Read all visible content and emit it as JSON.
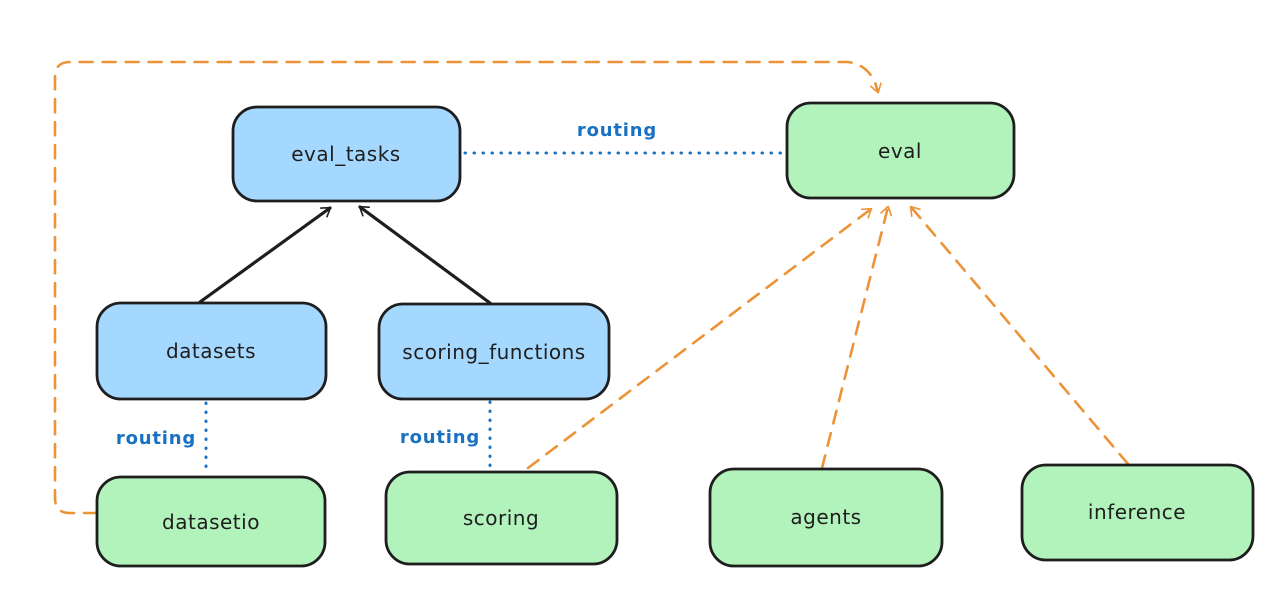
{
  "diagram": {
    "type": "architecture-diagram",
    "labels": {
      "routing": "routing"
    },
    "nodes": [
      {
        "id": "eval_tasks",
        "label": "eval_tasks",
        "color": "blue"
      },
      {
        "id": "eval",
        "label": "eval",
        "color": "green"
      },
      {
        "id": "datasets",
        "label": "datasets",
        "color": "blue"
      },
      {
        "id": "scoring_functions",
        "label": "scoring_functions",
        "color": "blue"
      },
      {
        "id": "datasetio",
        "label": "datasetio",
        "color": "green"
      },
      {
        "id": "scoring",
        "label": "scoring",
        "color": "green"
      },
      {
        "id": "agents",
        "label": "agents",
        "color": "green"
      },
      {
        "id": "inference",
        "label": "inference",
        "color": "green"
      }
    ],
    "edges": [
      {
        "from": "datasets",
        "to": "eval_tasks",
        "style": "solid-black-arrow",
        "label": ""
      },
      {
        "from": "scoring_functions",
        "to": "eval_tasks",
        "style": "solid-black-arrow",
        "label": ""
      },
      {
        "from": "eval_tasks",
        "to": "eval",
        "style": "dotted-blue",
        "label": "routing"
      },
      {
        "from": "datasets",
        "to": "datasetio",
        "style": "dotted-blue",
        "label": "routing"
      },
      {
        "from": "scoring_functions",
        "to": "scoring",
        "style": "dotted-blue",
        "label": "routing"
      },
      {
        "from": "datasetio",
        "to": "eval",
        "style": "dashed-orange-arrow",
        "label": ""
      },
      {
        "from": "scoring",
        "to": "eval",
        "style": "dashed-orange-arrow",
        "label": ""
      },
      {
        "from": "agents",
        "to": "eval",
        "style": "dashed-orange-arrow",
        "label": ""
      },
      {
        "from": "inference",
        "to": "eval",
        "style": "dashed-orange-arrow",
        "label": ""
      }
    ]
  },
  "colors": {
    "background": "#ffffff",
    "node_border": "#1e1e1e",
    "node_fill_blue": "#a5d8ff",
    "node_fill_green": "#b2f2bb",
    "routing_blue": "#1971c2",
    "arrow_black": "#1e1e1e",
    "provider_orange": "#ec9338"
  }
}
